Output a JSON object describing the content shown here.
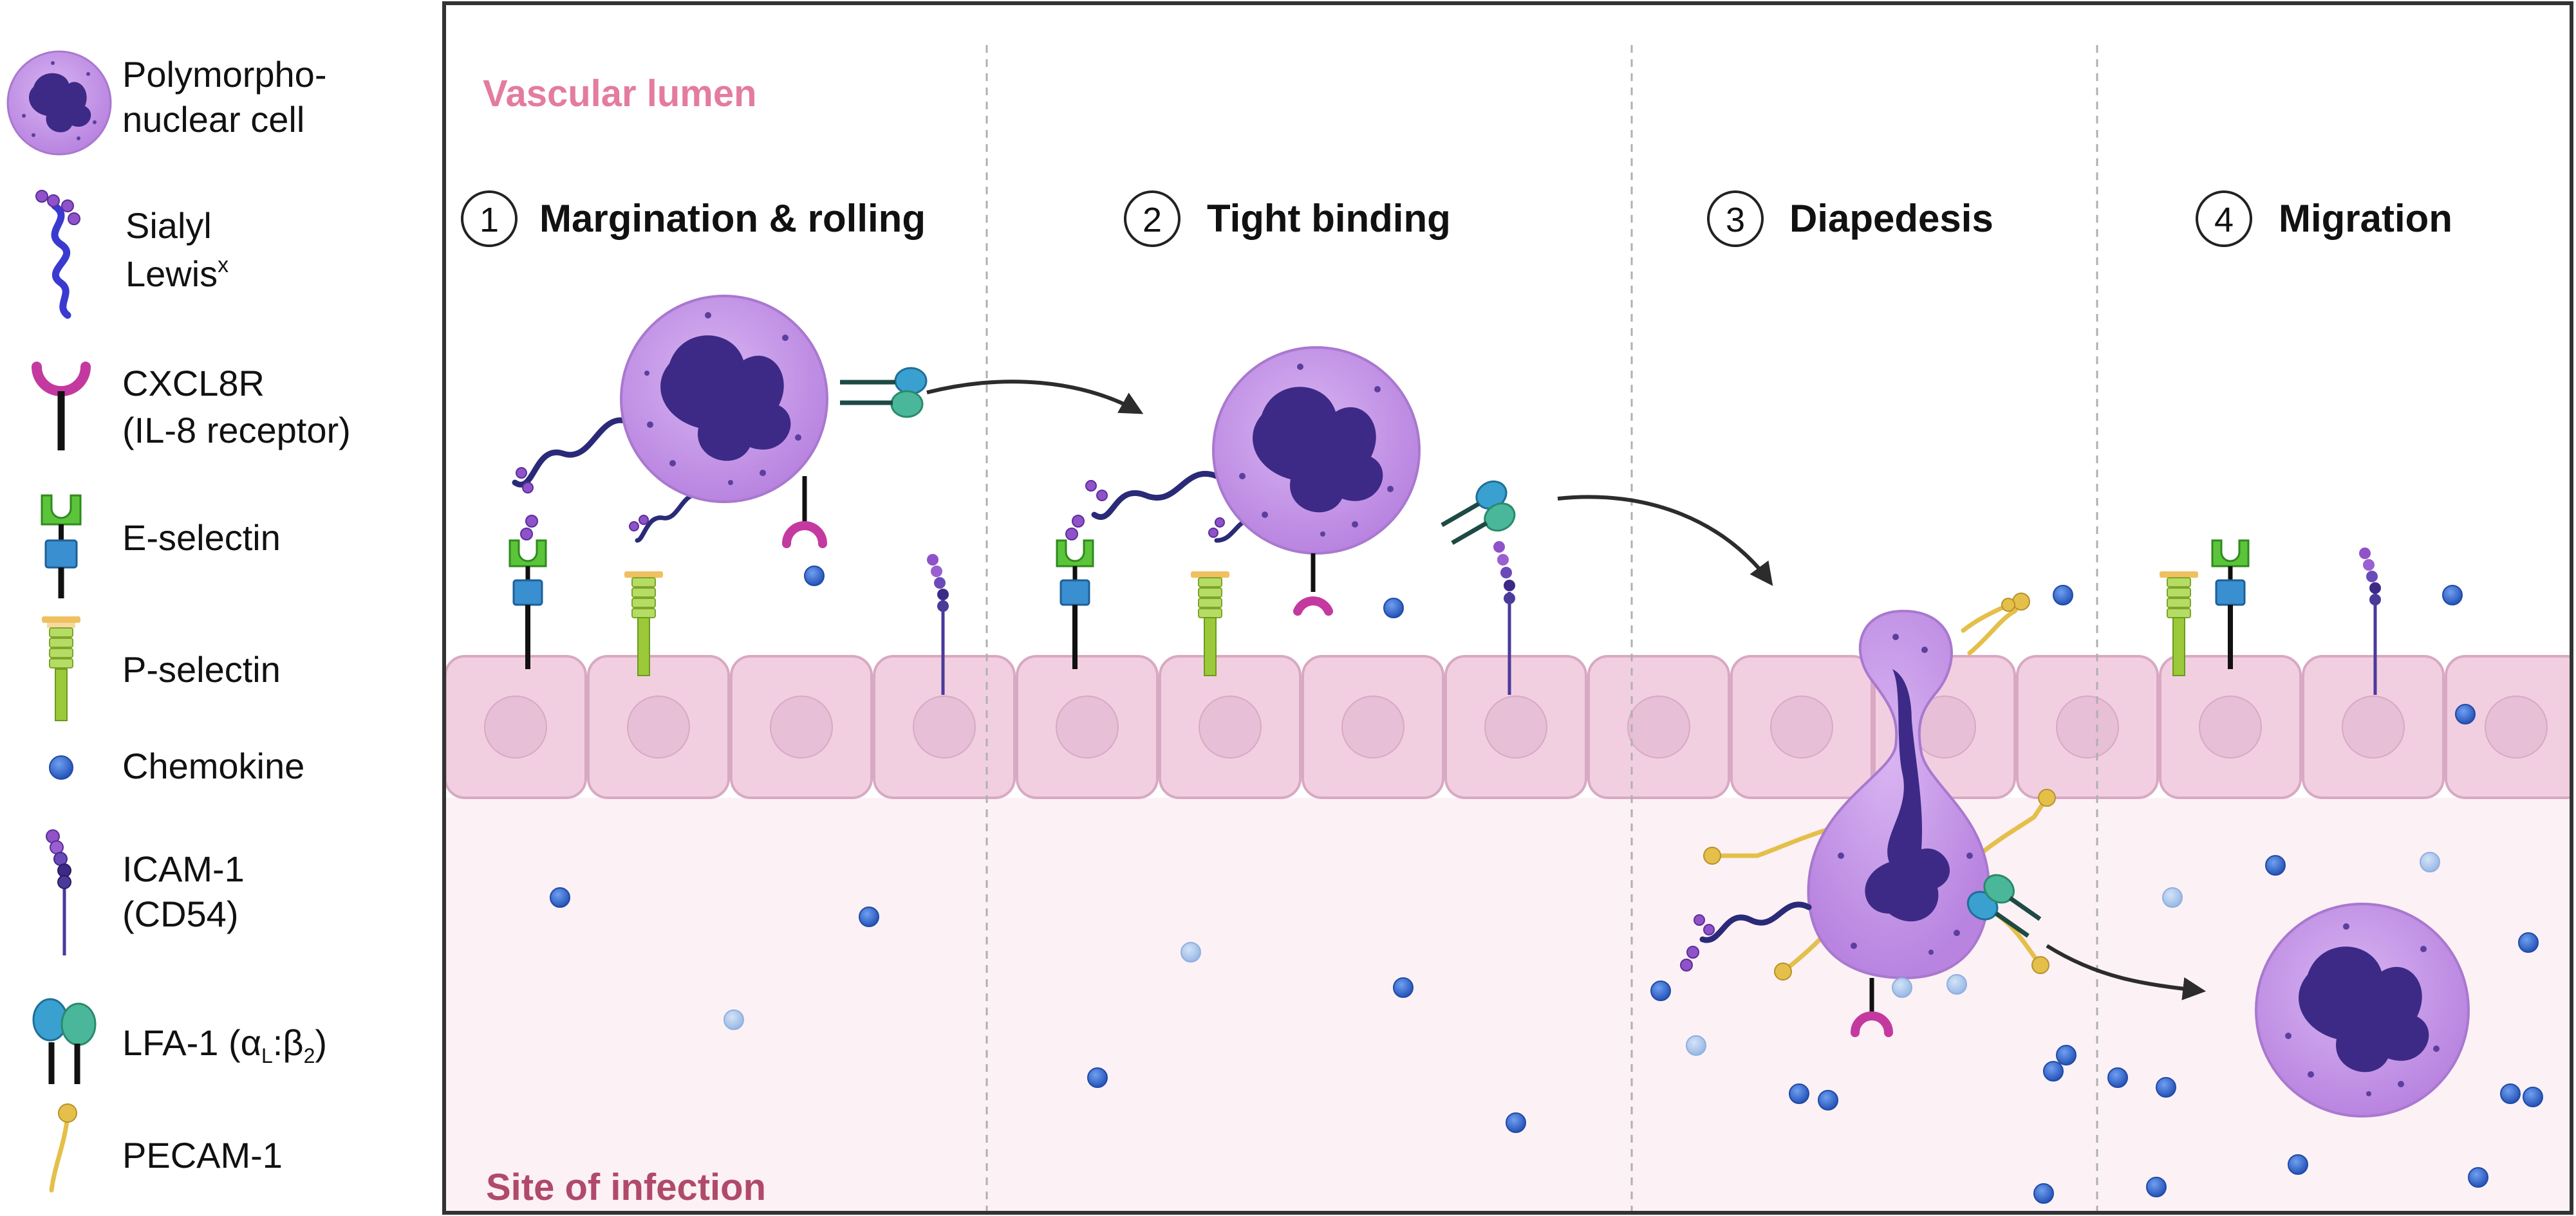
{
  "legend": {
    "pmn": {
      "line1": "Polymorpho-",
      "line2": "nuclear cell",
      "icon": "neutrophil-icon"
    },
    "sialyl": {
      "line1": "Sialyl",
      "line2": "Lewis",
      "superscript": "x",
      "icon": "sialyl-lewis-x-icon"
    },
    "cxcl8r": {
      "line1": "CXCL8R",
      "line2": "(IL-8 receptor)",
      "icon": "cxcl8r-icon"
    },
    "eselectin": {
      "label": "E-selectin",
      "icon": "e-selectin-icon"
    },
    "pselectin": {
      "label": "P-selectin",
      "icon": "p-selectin-icon"
    },
    "chemokine": {
      "label": "Chemokine",
      "icon": "chemokine-icon"
    },
    "icam": {
      "line1": "ICAM-1",
      "line2": "(CD54)",
      "icon": "icam-1-icon"
    },
    "lfa": {
      "prefix": "LFA-1 (",
      "alpha": "α",
      "alpha_sub": "L",
      "colon": ":",
      "beta": "β",
      "beta_sub": "2",
      "suffix": ")",
      "icon": "lfa-1-icon"
    },
    "pecam": {
      "label": "PECAM-1",
      "icon": "pecam-1-icon"
    }
  },
  "regions": {
    "lumen": "Vascular lumen",
    "infection": "Site of infection"
  },
  "steps": [
    {
      "number": "1",
      "label": "Margination & rolling"
    },
    {
      "number": "2",
      "label": "Tight binding"
    },
    {
      "number": "3",
      "label": "Diapedesis"
    },
    {
      "number": "4",
      "label": "Migration"
    }
  ],
  "colors": {
    "border": "#333333",
    "endothelium": "#f2cfe0",
    "endothelium_edge": "#d8a9c3",
    "nucleus_cell": "#e7bfd6",
    "tissue": "#fcf1f5",
    "pmn_body": "#c89ce8",
    "pmn_edge": "#a978cf",
    "pmn_nucleus": "#3d2a86",
    "lumen_text": "#e47ba0",
    "infection_text": "#b04a6a",
    "chemokine": "#3b6fd1",
    "chemokine_light": "#a8c4ec",
    "eselectin": "#5bc43b",
    "pselectin": "#9bc93a",
    "pselectin_cap": "#f0c060",
    "cxcl8r": "#c4399f",
    "icam_stem": "#4a3a9a",
    "icam_beads": "#8f52c8",
    "sialyl": "#2a2a78",
    "lfa_a": "#3aa0d0",
    "lfa_b": "#4ab79a",
    "pecam": "#e4bf4a",
    "arrow": "#333333"
  }
}
